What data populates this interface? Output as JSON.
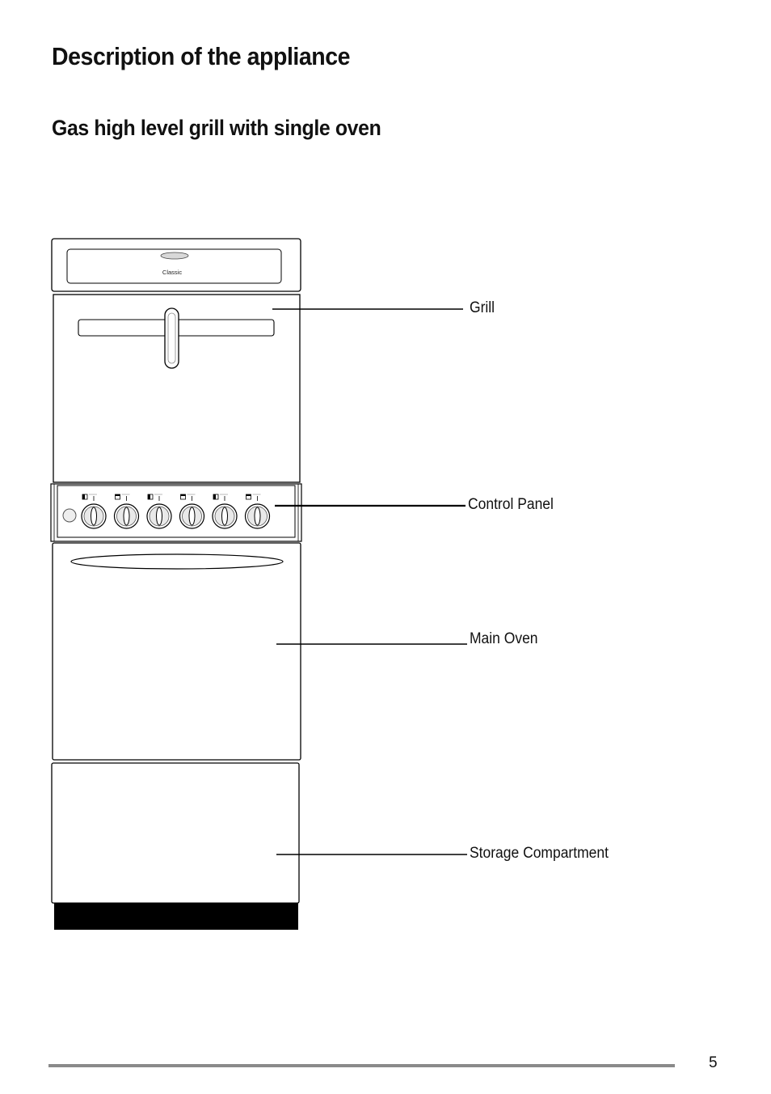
{
  "page": {
    "title": "Description of the appliance",
    "subtitle": "Gas high level grill with single oven",
    "page_number": "5"
  },
  "appliance": {
    "brand_plate_text": "Classic",
    "knob_count": 6
  },
  "callouts": [
    {
      "id": "grill",
      "label": "Grill"
    },
    {
      "id": "control-panel",
      "label": "Control Panel"
    },
    {
      "id": "main-oven",
      "label": "Main Oven"
    },
    {
      "id": "storage-compartment",
      "label": "Storage Compartment"
    }
  ],
  "colors": {
    "line": "#000000",
    "footer_rule": "#8a8a8a",
    "plinth": "#000000"
  }
}
